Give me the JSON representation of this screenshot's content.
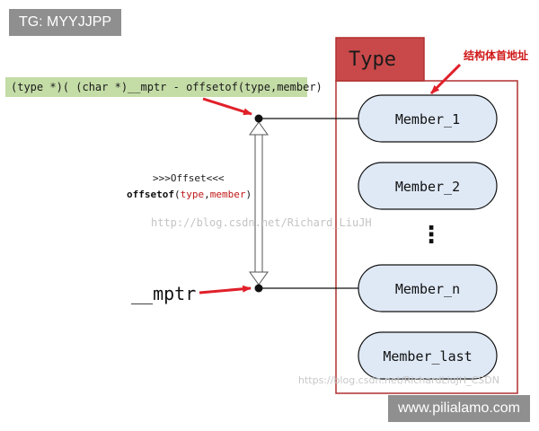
{
  "badges": {
    "top_left": "TG: MYYJJPP",
    "bottom_right": "www.pilialamo.com"
  },
  "diagram": {
    "type_label": "Type",
    "struct_head_caption": "结构体首地址",
    "macro_expression": "(type *)( (char *)__mptr - offsetof(type,member)",
    "offset_caption": ">>>Offset<<<",
    "offsetof_fn": "offsetof",
    "offsetof_paren_open": "(",
    "offsetof_arg_type": "type",
    "offsetof_comma": ",",
    "offsetof_arg_member": "member",
    "offsetof_paren_close": ")",
    "mptr_label": "__mptr",
    "members": [
      "Member_1",
      "Member_2",
      "Member_n",
      "Member_last"
    ],
    "ellipsis": "⋮",
    "watermark_center": "http://blog.csdn.net/Richard_LiuJH",
    "watermark_bottom": "https://blog.csdn.net/RichardLiuJH_CSDN"
  },
  "colors": {
    "frame_red": "#b0302f",
    "type_header_fill": "#c9494a",
    "macro_fill": "#c4dca6",
    "member_fill": "#dfe9f6",
    "arrow_red": "#e0202a",
    "badge_grey": "#8f8f8f"
  }
}
